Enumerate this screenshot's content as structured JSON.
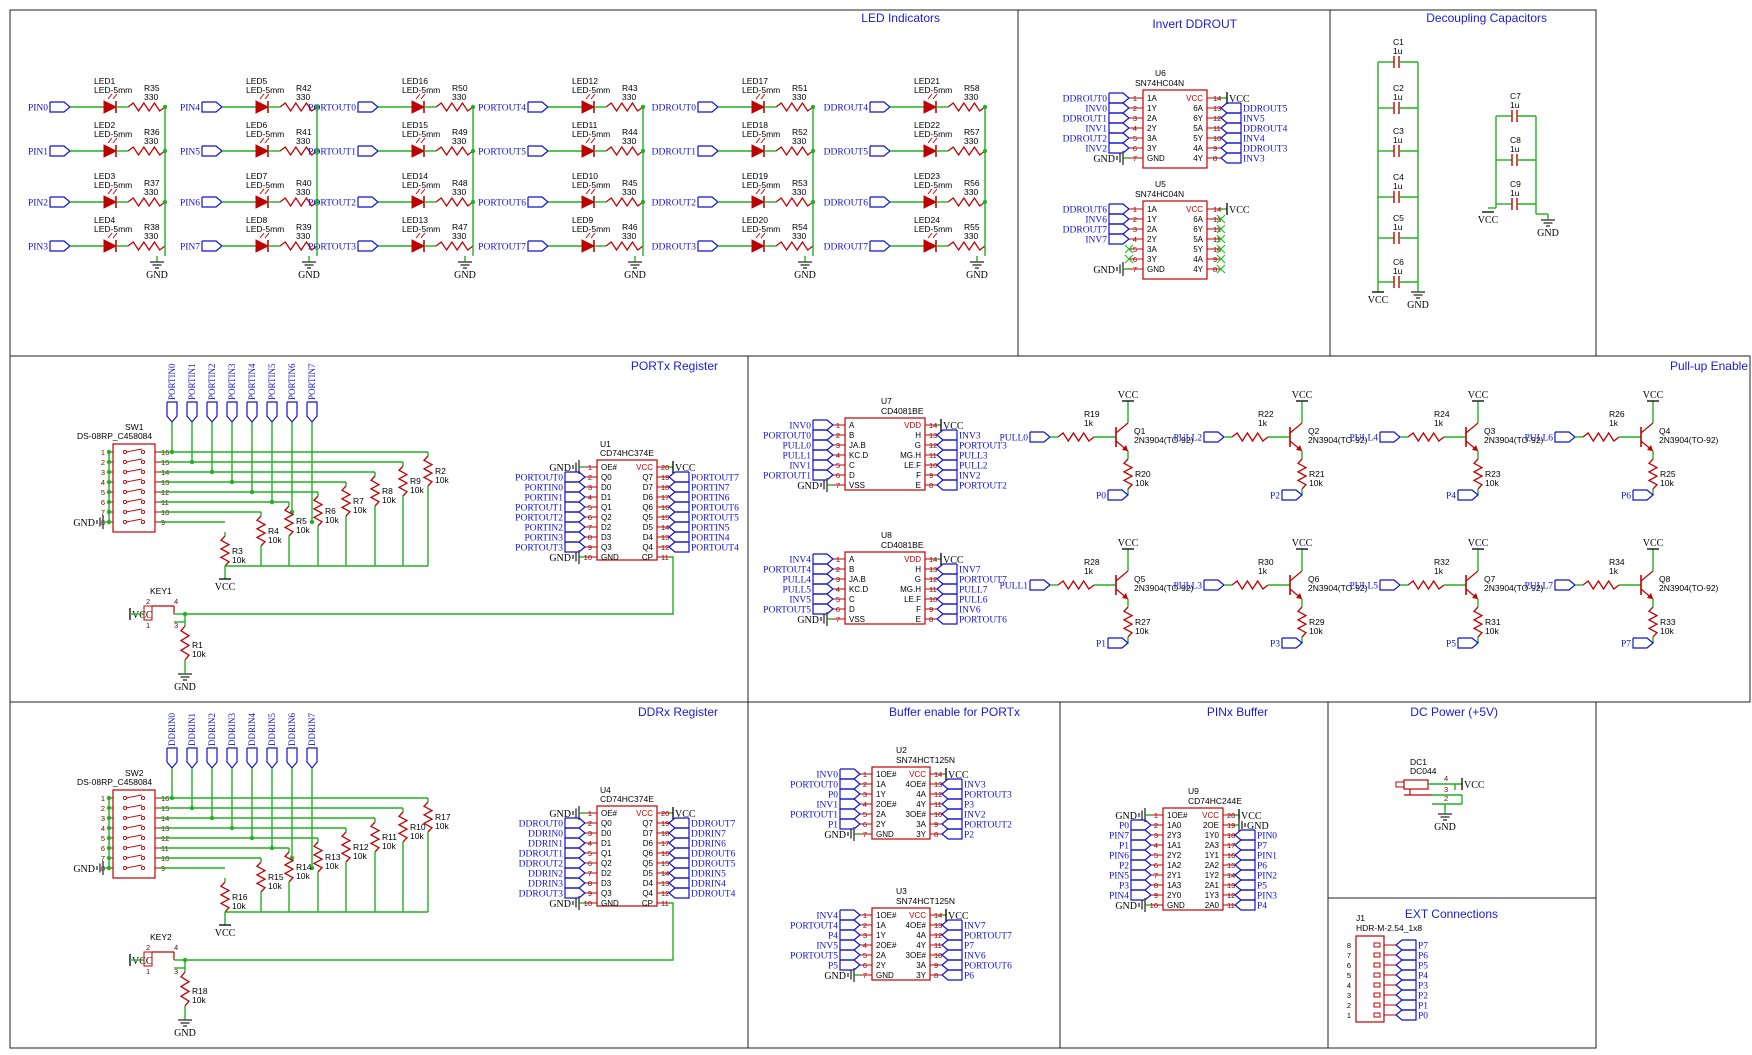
{
  "colors": {
    "wire": "#21b121",
    "part": "#c00000",
    "text": "#000000",
    "net": "#1212d0",
    "title": "#1a1ad8",
    "pinnum": "#7a0000",
    "gnd": "#555555",
    "nc": "#20c020"
  },
  "sections": [
    {
      "id": "led",
      "title": "LED Indicators"
    },
    {
      "id": "inv",
      "title": "Invert DDROUT"
    },
    {
      "id": "dec",
      "title": "Decoupling Capacitors"
    },
    {
      "id": "portx",
      "title": "PORTx Register"
    },
    {
      "id": "pullup",
      "title": "Pull-up Enable"
    },
    {
      "id": "ddrx",
      "title": "DDRx Register"
    },
    {
      "id": "bufen",
      "title": "Buffer enable for PORTx"
    },
    {
      "id": "pinx",
      "title": "PINx Buffer"
    },
    {
      "id": "dc",
      "title": "DC Power (+5V)"
    },
    {
      "id": "ext",
      "title": "EXT Connections"
    }
  ],
  "power": {
    "gnd": "GND",
    "vcc": "VCC"
  },
  "led_columns": [
    [
      {
        "net": "PIN0",
        "led": "LED1",
        "res": "R35"
      },
      {
        "net": "PIN1",
        "led": "LED2",
        "res": "R36"
      },
      {
        "net": "PIN2",
        "led": "LED3",
        "res": "R37"
      },
      {
        "net": "PIN3",
        "led": "LED4",
        "res": "R38"
      }
    ],
    [
      {
        "net": "PIN4",
        "led": "LED5",
        "res": "R42"
      },
      {
        "net": "PIN5",
        "led": "LED6",
        "res": "R41"
      },
      {
        "net": "PIN6",
        "led": "LED7",
        "res": "R40"
      },
      {
        "net": "PIN7",
        "led": "LED8",
        "res": "R39"
      }
    ],
    [
      {
        "net": "PORTOUT0",
        "led": "LED16",
        "res": "R50"
      },
      {
        "net": "PORTOUT1",
        "led": "LED15",
        "res": "R49"
      },
      {
        "net": "PORTOUT2",
        "led": "LED14",
        "res": "R48"
      },
      {
        "net": "PORTOUT3",
        "led": "LED13",
        "res": "R47"
      }
    ],
    [
      {
        "net": "PORTOUT4",
        "led": "LED12",
        "res": "R43"
      },
      {
        "net": "PORTOUT5",
        "led": "LED11",
        "res": "R44"
      },
      {
        "net": "PORTOUT6",
        "led": "LED10",
        "res": "R45"
      },
      {
        "net": "PORTOUT7",
        "led": "LED9",
        "res": "R46"
      }
    ],
    [
      {
        "net": "DDROUT0",
        "led": "LED17",
        "res": "R51"
      },
      {
        "net": "DDROUT1",
        "led": "LED18",
        "res": "R52"
      },
      {
        "net": "DDROUT2",
        "led": "LED19",
        "res": "R53"
      },
      {
        "net": "DDROUT3",
        "led": "LED20",
        "res": "R54"
      }
    ],
    [
      {
        "net": "DDROUT4",
        "led": "LED21",
        "res": "R58"
      },
      {
        "net": "DDROUT5",
        "led": "LED22",
        "res": "R57"
      },
      {
        "net": "DDROUT6",
        "led": "LED23",
        "res": "R56"
      },
      {
        "net": "DDROUT7",
        "led": "LED24",
        "res": "R55"
      }
    ]
  ],
  "led_value": "LED-5mm",
  "led_res_value": "330",
  "inverters": [
    {
      "ref": "U6",
      "part": "SN74HC04N",
      "left": [
        "DDROUT0",
        "INV0",
        "DDROUT1",
        "INV1",
        "DDROUT2",
        "INV2"
      ],
      "right": [
        "DDROUT5",
        "INV5",
        "DDROUT4",
        "INV4",
        "DDROUT3",
        "INV3"
      ]
    },
    {
      "ref": "U5",
      "part": "SN74HC04N",
      "left": [
        "DDROUT6",
        "INV6",
        "DDROUT7",
        "INV7",
        "",
        ""
      ],
      "right": [
        "",
        "",
        "",
        "",
        "",
        ""
      ]
    }
  ],
  "inv_pins_left": [
    "1A",
    "1Y",
    "2A",
    "2Y",
    "3A",
    "3Y",
    "GND"
  ],
  "inv_pins_right": [
    "VCC",
    "6A",
    "6Y",
    "5A",
    "5Y",
    "4A",
    "4Y"
  ],
  "inv_nums_left": [
    "1",
    "2",
    "3",
    "4",
    "5",
    "6",
    "7"
  ],
  "inv_nums_right": [
    "14",
    "13",
    "12",
    "11",
    "10",
    "9",
    "8"
  ],
  "caps": [
    {
      "ref": "C1",
      "val": "1u"
    },
    {
      "ref": "C2",
      "val": "1u"
    },
    {
      "ref": "C3",
      "val": "1u"
    },
    {
      "ref": "C4",
      "val": "1u"
    },
    {
      "ref": "C5",
      "val": "1u"
    },
    {
      "ref": "C6",
      "val": "1u"
    },
    {
      "ref": "C7",
      "val": "1u"
    },
    {
      "ref": "C8",
      "val": "1u"
    },
    {
      "ref": "C9",
      "val": "1u"
    }
  ],
  "registers": [
    {
      "ref": "U1",
      "part": "CD74HC374E",
      "left": [
        "GND",
        "PORTOUT0",
        "PORTIN0",
        "PORTIN1",
        "PORTOUT1",
        "PORTOUT2",
        "PORTIN2",
        "PORTIN3",
        "PORTOUT3",
        "GND"
      ],
      "right": [
        "VCC",
        "PORTOUT7",
        "PORTIN7",
        "PORTIN6",
        "PORTOUT6",
        "PORTOUT5",
        "PORTIN5",
        "PORTIN4",
        "PORTOUT4",
        ""
      ],
      "sw": "SW1",
      "swpart": "DS-08RP_C458084",
      "bus": [
        "PORTIN0",
        "PORTIN1",
        "PORTIN2",
        "PORTIN3",
        "PORTIN4",
        "PORTIN5",
        "PORTIN6",
        "PORTIN7"
      ],
      "res": [
        "R2",
        "R9",
        "R8",
        "R7",
        "R6",
        "R5",
        "R4",
        "R3"
      ],
      "key": "KEY1",
      "keyres": "R1"
    },
    {
      "ref": "U4",
      "part": "CD74HC374E",
      "left": [
        "GND",
        "DDROUT0",
        "DDRIN0",
        "DDRIN1",
        "DDROUT1",
        "DDROUT2",
        "DDRIN2",
        "DDRIN3",
        "DDROUT3",
        "GND"
      ],
      "right": [
        "VCC",
        "DDROUT7",
        "DDRIN7",
        "DDRIN6",
        "DDROUT6",
        "DDROUT5",
        "DDRIN5",
        "DDRIN4",
        "DDROUT4",
        ""
      ],
      "sw": "SW2",
      "swpart": "DS-08RP_C458084",
      "bus": [
        "DDRIN0",
        "DDRIN1",
        "DDRIN2",
        "DDRIN3",
        "DDRIN4",
        "DDRIN5",
        "DDRIN6",
        "DDRIN7"
      ],
      "res": [
        "R17",
        "R10",
        "R11",
        "R12",
        "R13",
        "R14",
        "R15",
        "R16"
      ],
      "key": "KEY2",
      "keyres": "R18"
    }
  ],
  "reg_pins_left": [
    "OE#",
    "Q0",
    "D0",
    "D1",
    "Q1",
    "Q2",
    "D2",
    "D3",
    "Q3",
    "GND"
  ],
  "reg_pins_right": [
    "VCC",
    "Q7",
    "D7",
    "D6",
    "Q6",
    "Q5",
    "D5",
    "D4",
    "Q4",
    "CP"
  ],
  "reg_nums_left": [
    "1",
    "2",
    "3",
    "4",
    "5",
    "6",
    "7",
    "8",
    "9",
    "10"
  ],
  "reg_nums_right": [
    "20",
    "19",
    "18",
    "17",
    "16",
    "15",
    "14",
    "13",
    "12",
    "11"
  ],
  "sw_nums_left": [
    "1",
    "2",
    "3",
    "4",
    "5",
    "6",
    "7",
    "8"
  ],
  "sw_nums_right": [
    "16",
    "15",
    "14",
    "13",
    "12",
    "11",
    "10",
    "9"
  ],
  "res10k": "10k",
  "res1k": "1k",
  "ands": [
    {
      "ref": "U7",
      "part": "CD4081BE",
      "left": [
        "INV0",
        "PORTOUT0",
        "PULL0",
        "PULL1",
        "INV1",
        "PORTOUT1",
        "GND"
      ],
      "right": [
        "VCC",
        "INV3",
        "PORTOUT3",
        "PULL3",
        "PULL2",
        "INV2",
        "PORTOUT2"
      ]
    },
    {
      "ref": "U8",
      "part": "CD4081BE",
      "left": [
        "INV4",
        "PORTOUT4",
        "PULL4",
        "PULL5",
        "INV5",
        "PORTOUT5",
        "GND"
      ],
      "right": [
        "VCC",
        "INV7",
        "PORTOUT7",
        "PULL7",
        "PULL6",
        "INV6",
        "PORTOUT6"
      ]
    }
  ],
  "and_pins_left": [
    "A",
    "B",
    "JA.B",
    "KC.D",
    "C",
    "D",
    "VSS"
  ],
  "and_pins_right": [
    "VDD",
    "H",
    "G",
    "MG.H",
    "LE.F",
    "F",
    "E"
  ],
  "transistors": [
    {
      "q": "Q1",
      "rb": "R19",
      "re": "R20",
      "in": "PULL0",
      "out": "P0"
    },
    {
      "q": "Q2",
      "rb": "R22",
      "re": "R21",
      "in": "PULL2",
      "out": "P2"
    },
    {
      "q": "Q3",
      "rb": "R24",
      "re": "R23",
      "in": "PULL4",
      "out": "P4"
    },
    {
      "q": "Q4",
      "rb": "R26",
      "re": "R25",
      "in": "PULL6",
      "out": "P6"
    },
    {
      "q": "Q5",
      "rb": "R28",
      "re": "R27",
      "in": "PULL1",
      "out": "P1"
    },
    {
      "q": "Q6",
      "rb": "R30",
      "re": "R29",
      "in": "PULL3",
      "out": "P3"
    },
    {
      "q": "Q7",
      "rb": "R32",
      "re": "R31",
      "in": "PULL5",
      "out": "P5"
    },
    {
      "q": "Q8",
      "rb": "R34",
      "re": "R33",
      "in": "PULL7",
      "out": "P7"
    }
  ],
  "transistor_part": "2N3904(TO-92)",
  "buffers": [
    {
      "ref": "U2",
      "part": "SN74HCT125N",
      "left": [
        "INV0",
        "PORTOUT0",
        "P0",
        "INV1",
        "PORTOUT1",
        "P1",
        "GND"
      ],
      "right": [
        "VCC",
        "INV3",
        "PORTOUT3",
        "P3",
        "INV2",
        "PORTOUT2",
        "P2"
      ]
    },
    {
      "ref": "U3",
      "part": "SN74HCT125N",
      "left": [
        "INV4",
        "PORTOUT4",
        "P4",
        "INV5",
        "PORTOUT5",
        "P5",
        "GND"
      ],
      "right": [
        "VCC",
        "INV7",
        "PORTOUT7",
        "P7",
        "INV6",
        "PORTOUT6",
        "P6"
      ]
    }
  ],
  "buf_pins_left": [
    "1OE#",
    "1A",
    "1Y",
    "2OE#",
    "2A",
    "2Y",
    "GND"
  ],
  "buf_pins_right": [
    "VCC",
    "4OE#",
    "4A",
    "4Y",
    "3OE#",
    "3A",
    "3Y"
  ],
  "pinbuf": {
    "ref": "U9",
    "part": "CD74HC244E",
    "left": [
      "GND",
      "P0",
      "PIN7",
      "P1",
      "PIN6",
      "P2",
      "PIN5",
      "P3",
      "PIN4",
      "GND"
    ],
    "right": [
      "VCC",
      "GND",
      "PIN0",
      "P7",
      "PIN1",
      "P6",
      "PIN2",
      "P5",
      "PIN3",
      "P4"
    ],
    "pinl": [
      "1OE#",
      "1A0",
      "2Y3",
      "1A1",
      "2Y2",
      "1A2",
      "2Y1",
      "1A3",
      "2Y0",
      "GND"
    ],
    "pinr": [
      "VCC",
      "2OE",
      "1Y0",
      "2A3",
      "1Y1",
      "2A2",
      "1Y2",
      "2A1",
      "1Y3",
      "2A0"
    ]
  },
  "dc": {
    "ref": "DC1",
    "part": "DC044",
    "pins": [
      "4",
      "3",
      "2"
    ]
  },
  "header": {
    "ref": "J1",
    "part": "HDR-M-2.54_1x8",
    "nums": [
      "8",
      "7",
      "6",
      "5",
      "4",
      "3",
      "2",
      "1"
    ],
    "nets": [
      "P7",
      "P6",
      "P5",
      "P4",
      "P3",
      "P2",
      "P1",
      "P0"
    ]
  }
}
